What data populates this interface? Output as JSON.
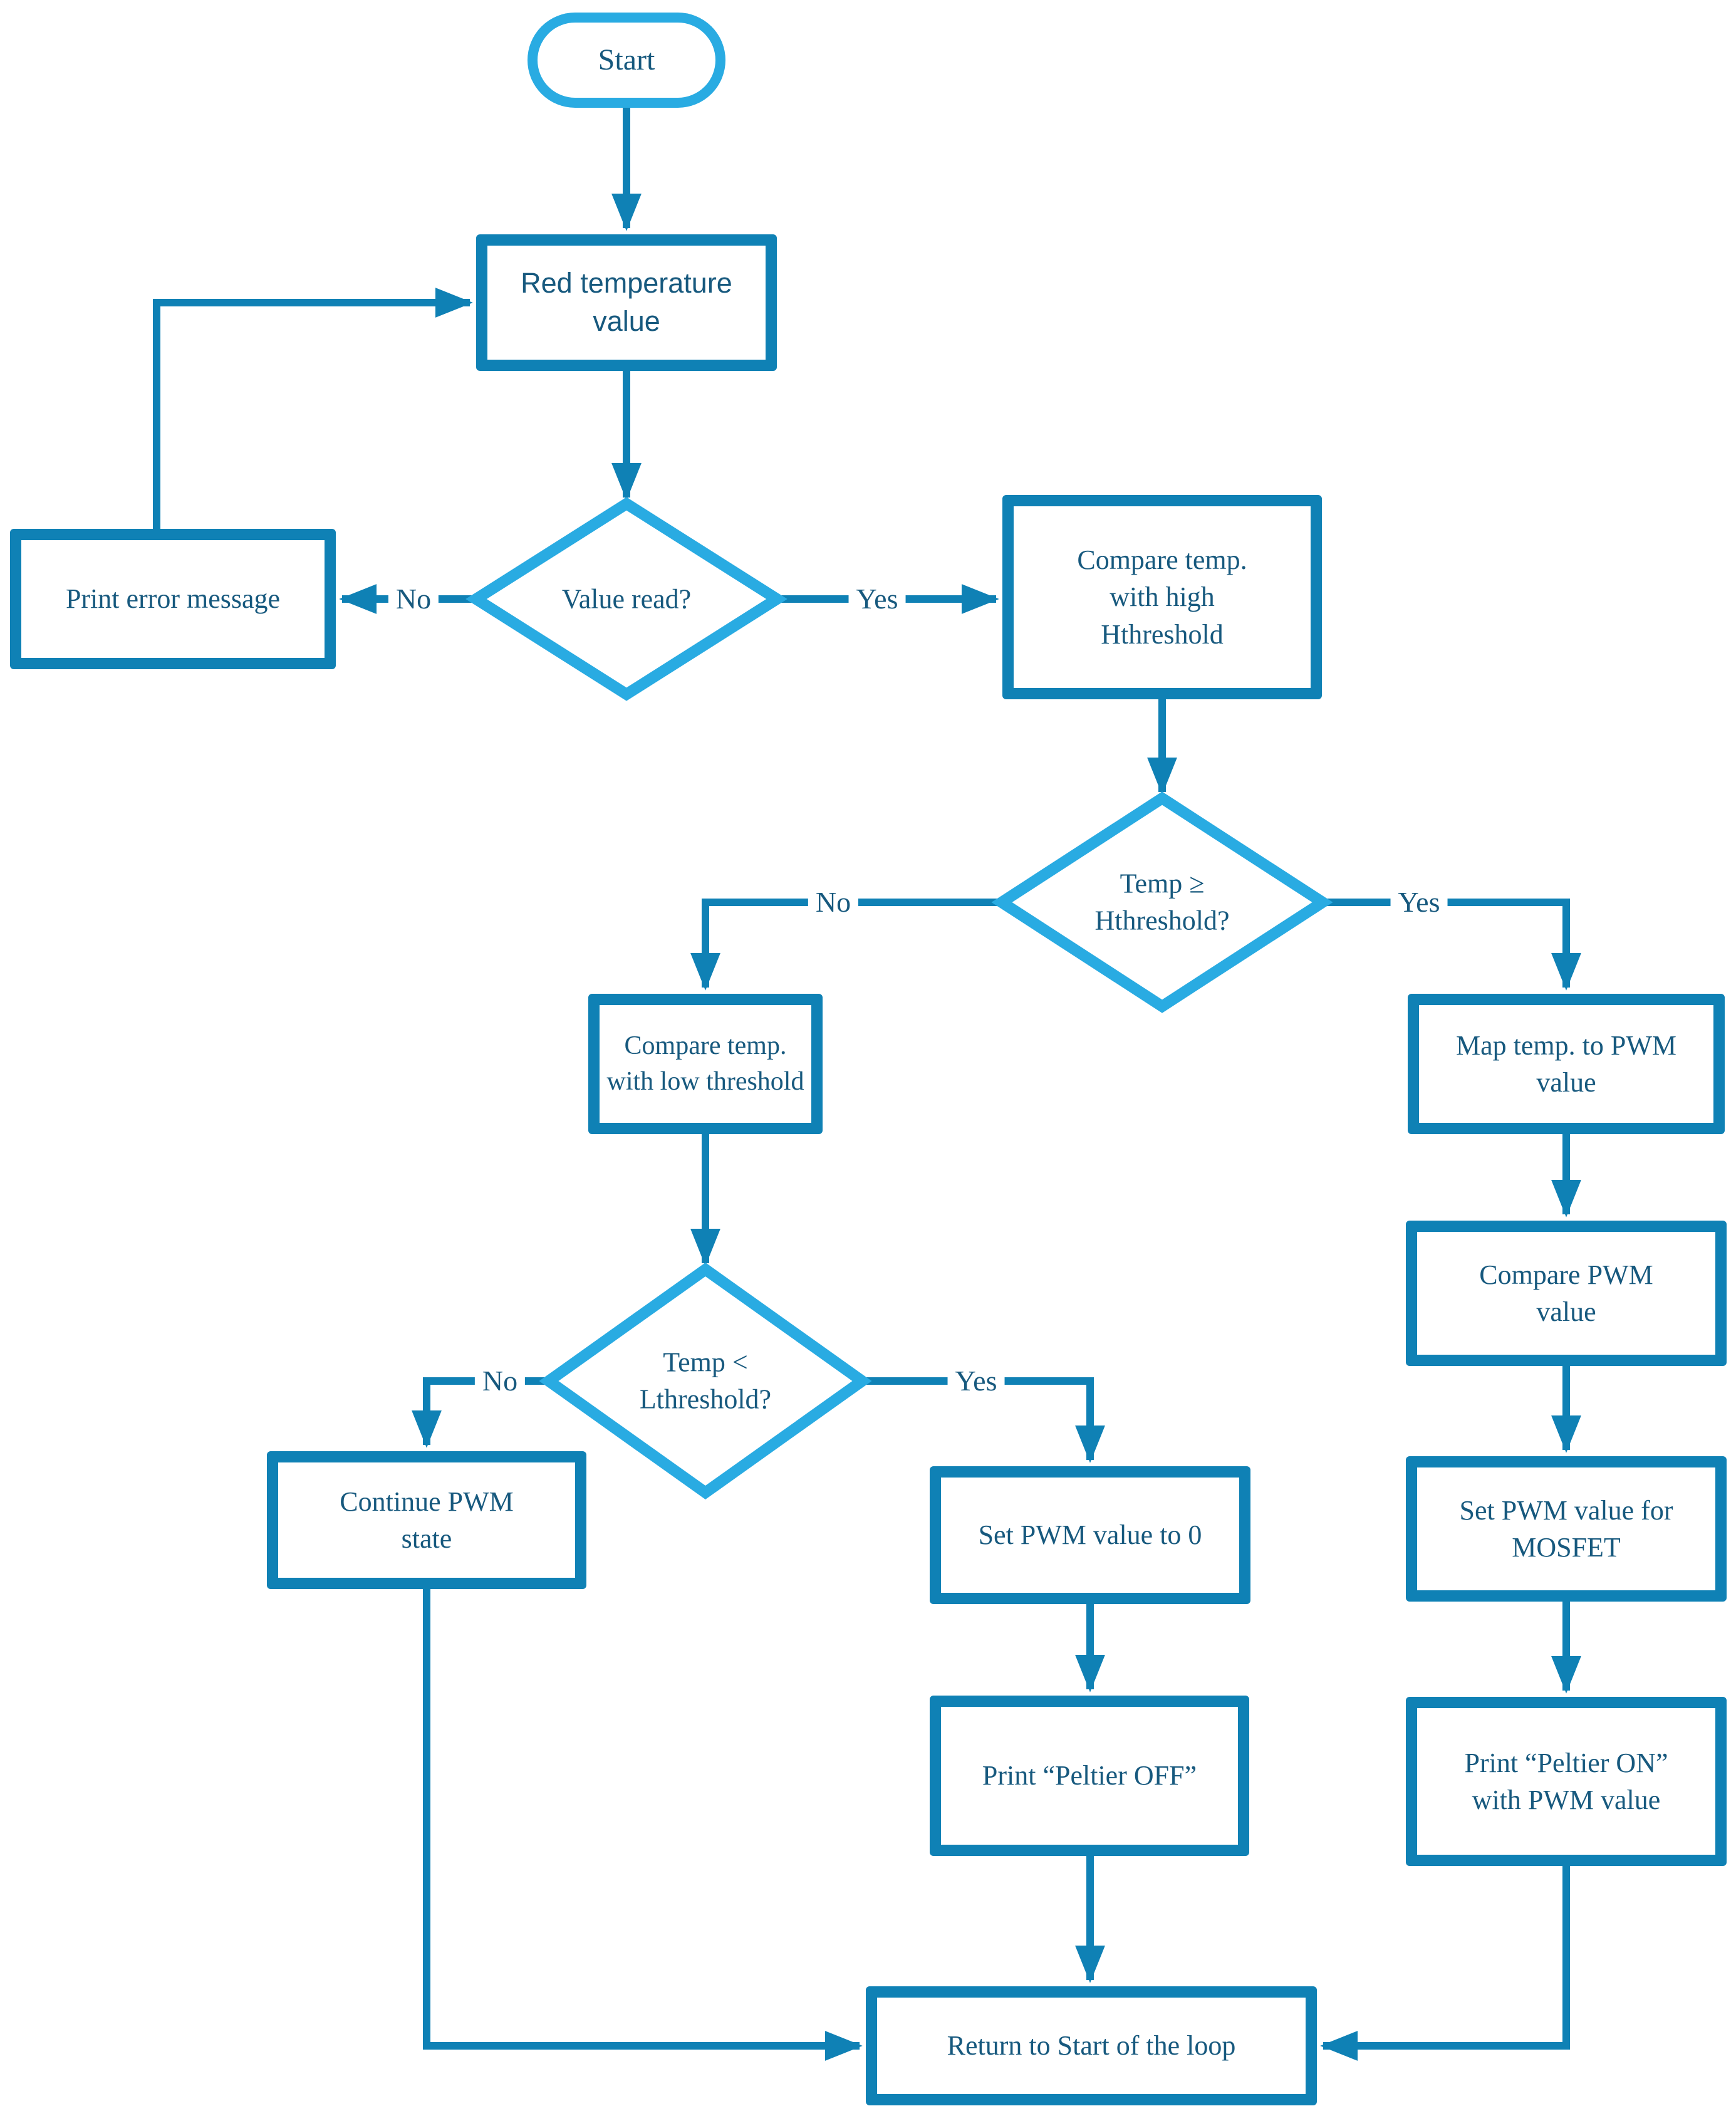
{
  "diagram": {
    "type": "flowchart",
    "colors": {
      "process_border": "#0f81b5",
      "decision_border": "#29abe2",
      "connector": "#0f81b5",
      "text": "#17597e",
      "background": "#ffffff"
    },
    "nodes": {
      "start": {
        "type": "terminator",
        "label": "Start"
      },
      "read_temp": {
        "type": "process",
        "label": "Red temperature value"
      },
      "value_read": {
        "type": "decision",
        "label": "Value read?"
      },
      "print_error": {
        "type": "process",
        "label": "Print error message"
      },
      "compare_high": {
        "type": "process",
        "label": "Compare temp.\nwith high\nHthreshold"
      },
      "temp_ge_high": {
        "type": "decision",
        "label": "Temp ≥\nHthreshold?"
      },
      "compare_low": {
        "type": "process",
        "label": "Compare temp.\nwith low threshold"
      },
      "map_pwm": {
        "type": "process",
        "label": "Map temp. to PWM\nvalue"
      },
      "temp_lt_low": {
        "type": "decision",
        "label": "Temp <\nLthreshold?"
      },
      "continue_pwm": {
        "type": "process",
        "label": "Continue PWM\nstate"
      },
      "set_pwm_zero": {
        "type": "process",
        "label": "Set PWM value to 0"
      },
      "compare_pwm": {
        "type": "process",
        "label": "Compare PWM\nvalue"
      },
      "print_off": {
        "type": "process",
        "label": "Print “Peltier OFF”"
      },
      "set_pwm_mosfet": {
        "type": "process",
        "label": "Set PWM value for\nMOSFET"
      },
      "print_on": {
        "type": "process",
        "label": "Print “Peltier ON”\nwith PWM value"
      },
      "return_loop": {
        "type": "process",
        "label": "Return to Start of the loop"
      }
    },
    "edge_labels": {
      "value_read_no": "No",
      "value_read_yes": "Yes",
      "temp_high_no": "No",
      "temp_high_yes": "Yes",
      "temp_low_no": "No",
      "temp_low_yes": "Yes"
    }
  }
}
